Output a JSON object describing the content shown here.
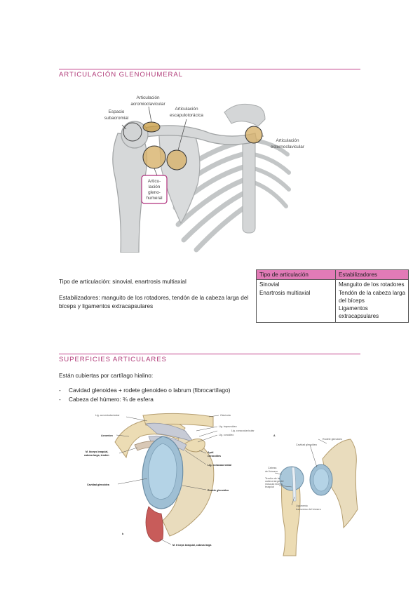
{
  "section1": {
    "title": "ARTICULACIÓN GLENOHUMERAL",
    "figure_labels": {
      "espacio": "Espacio",
      "subacromial": "subacromial",
      "acromio_1": "Articulación",
      "acromio_2": "acromioclavicular",
      "escapulo_1": "Articulación",
      "escapulo_2": "escapulotorácica",
      "esterno_1": "Articulación",
      "esterno_2": "esternoclavicular",
      "gleno_1": "Articu-",
      "gleno_2": "lación",
      "gleno_3": "gleno-",
      "gleno_4": "humeral"
    },
    "tipo_text": "Tipo de articulación: sinovial, enartrosis multiaxial",
    "estab_text": "Estabilizadores: manguito de los rotadores, tendón de la cabeza larga del bíceps y ligamentos extracapsulares",
    "table": {
      "headers": [
        "Tipo de articulación",
        "Estabilizadores"
      ],
      "col1": [
        "Sinovial",
        "Enartrosis multiaxial"
      ],
      "col2": [
        "Manguito de los rotadores",
        "Tendón de la cabeza larga del bíceps",
        "Ligamentos extracapsulares"
      ]
    }
  },
  "section2": {
    "title": "SUPERFICIES ARTICULARES",
    "intro": "Están cubiertas por cartílago hialino:",
    "bullets": [
      "Cavidad glenoidea + rodete glenoideo o labrum (fibrocartílago)",
      "Cabeza del húmero: ¾ de esfera"
    ],
    "fig_left": {
      "lig_acromioclavicular": "Lig. acromioclavicular",
      "clavicula": "Clavícula",
      "acromion": "Acromion",
      "lig_trapezoides": "Lig. trapezoideo",
      "lig_coracoclavicular": "Lig. coracoclavicular",
      "lig_conoides": "Lig. conoideo",
      "biceps_1": "M. bíceps braquial,",
      "biceps_2": "cabeza larga, tendón",
      "apof_1": "Apóf.",
      "apof_2": "coracoides",
      "lig_coracoacromial": "Lig. coracoacromial",
      "cavidad": "Cavidad glenoidea",
      "rodete": "Rodete glenoideo",
      "triceps": "M. tríceps braquial, cabeza larga",
      "letter_b": "b",
      "letter_A": "A"
    },
    "fig_right": {
      "rodete": "Rodete glenoideo",
      "cavidad": "Cavidad glenoidea",
      "cabeza_1": "Cabeza",
      "cabeza_2": "del húmero",
      "tendon_1": "Tendón de la",
      "tendon_2": "cabeza larga del",
      "tendon_3": "músculo bíceps",
      "tendon_4": "braquial",
      "lig_1": "Ligamento",
      "lig_2": "transverso del húmero"
    }
  }
}
